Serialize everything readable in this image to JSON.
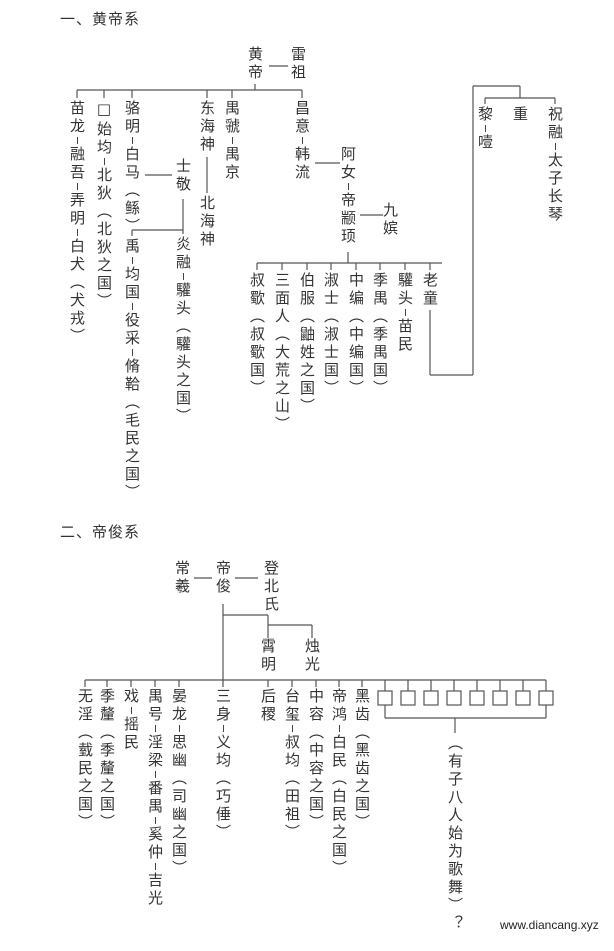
{
  "section1": {
    "title": "一、黄帝系",
    "huangdi": [
      "黄帝"
    ],
    "leizu": [
      "雷祖"
    ],
    "miaolong": [
      "苗龙",
      "融吾",
      "弄明",
      "白犬（犬戎）"
    ],
    "shijun": [
      "□始均",
      "北狄（北狄之国）"
    ],
    "luoming": [
      "骆明",
      "白马（鲧）"
    ],
    "yu": [
      "禹",
      "均国",
      "役采",
      "脩鞈（毛民之国）"
    ],
    "shijing": [
      "士敬"
    ],
    "yanrong": [
      "炎融",
      "驩头（驩头之国）"
    ],
    "donghaishen": [
      "东海神"
    ],
    "beihaishen": [
      "北海神"
    ],
    "yuguo": [
      "禺虢",
      "禺京"
    ],
    "changyi": [
      "昌意",
      "韩流"
    ],
    "anv": [
      "阿女",
      "帝颛顼"
    ],
    "jiupin": [
      "九嫔"
    ],
    "zhuanxu_children": [
      [
        "叔歜（叔歜国）"
      ],
      [
        "三面人（大荒之山）"
      ],
      [
        "伯服（鼬姓之国）"
      ],
      [
        "淑士（淑士国）"
      ],
      [
        "中编（中编国）"
      ],
      [
        "季禺（季禺国）"
      ],
      [
        "驩头",
        "苗民"
      ],
      [
        "老童"
      ]
    ],
    "li": [
      "黎",
      "噎"
    ],
    "zhong": [
      "重"
    ],
    "zhurong": [
      "祝融",
      "太子长琴"
    ]
  },
  "section2": {
    "title": "二、帝俊系",
    "changxi": [
      "常羲"
    ],
    "dijun": [
      "帝俊"
    ],
    "dengbeishi": [
      "登北氏"
    ],
    "xiaoming": [
      "霄明"
    ],
    "zhuguang": [
      "烛光"
    ],
    "children": [
      [
        "无淫（臷民之国）"
      ],
      [
        "季釐（季釐之国）"
      ],
      [
        "戏",
        "摇民"
      ],
      [
        "禺号",
        "淫梁",
        "番禺",
        "奚仲",
        "吉光"
      ],
      [
        "晏龙",
        "思幽（司幽之国）"
      ],
      [
        "三身",
        "义均（巧倕）"
      ],
      [
        "后稷"
      ],
      [
        "台玺",
        "叔均（田祖）"
      ],
      [
        "中容（中容之国）"
      ],
      [
        "帝鸿",
        "白民（白民之国）"
      ],
      [
        "黑齿（黑齿之国）"
      ]
    ],
    "unnamed_sons_count": 8,
    "sons_note": [
      "（有子八人始为歌舞）？"
    ]
  },
  "watermark": "www.diancang.xyz"
}
